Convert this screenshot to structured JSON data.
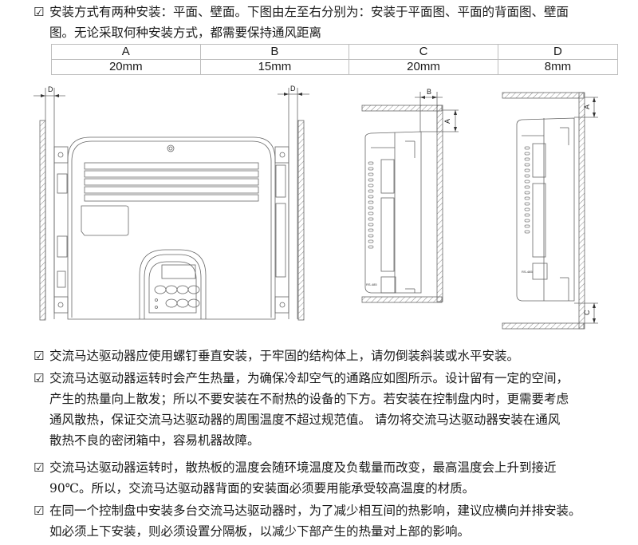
{
  "intro": {
    "checkbox_icon": "checked-box-icon",
    "line1": "安装方式有两种安装：平面、壁面。下图由左至右分别为：安装于平面图、平面的背面图、壁面",
    "line2": "图。无论采取何种安装方式，都需要保持通风距离"
  },
  "clearance_table": {
    "headers": [
      "A",
      "B",
      "C",
      "D"
    ],
    "values": [
      "20mm",
      "15mm",
      "20mm",
      "8mm"
    ]
  },
  "diagrams": {
    "front_view": {
      "dim_label_left": "D",
      "dim_label_right": "D"
    },
    "side_view_flat": {
      "dim_label_top": "B",
      "dim_label_side": "A",
      "port_label": "RS-485"
    },
    "side_view_wall": {
      "dim_label_top": "A",
      "dim_label_bottom": "C",
      "port_label": "RS-485"
    },
    "line_color": "#666666",
    "hatch_color": "#888888"
  },
  "notes": [
    {
      "lines": [
        "交流马达驱动器应使用螺钉垂直安装，于牢固的结构体上，请勿倒装斜装或水平安装。"
      ]
    },
    {
      "lines": [
        "交流马达驱动器运转时会产生热量，为确保冷却空气的通路应如图所示。设计留有一定的空间，",
        "产生的热量向上散发；所以不要安装在不耐热的设备的下方。若安装在控制盘内时，更需要考虑",
        "通风散热，保证交流马达驱动器的周围温度不超过规范值。 请勿将交流马达驱动器安装在通风",
        "散热不良的密闭箱中，容易机器故障。"
      ]
    },
    {
      "lines": [
        "交流马达驱动器运转时，散热板的温度会随环境温度及负载量而改变，最高温度会上升到接近",
        "90℃。所以，交流马达驱动器背面的安装面必须要用能承受较高温度的材质。"
      ]
    },
    {
      "lines": [
        "在同一个控制盘中安装多台交流马达驱动器时，为了减少相互间的热影响，建议应横向并排安装。",
        "如必须上下安装，则必须设置分隔板，以减少下部产生的热量对上部的影响。"
      ]
    }
  ]
}
